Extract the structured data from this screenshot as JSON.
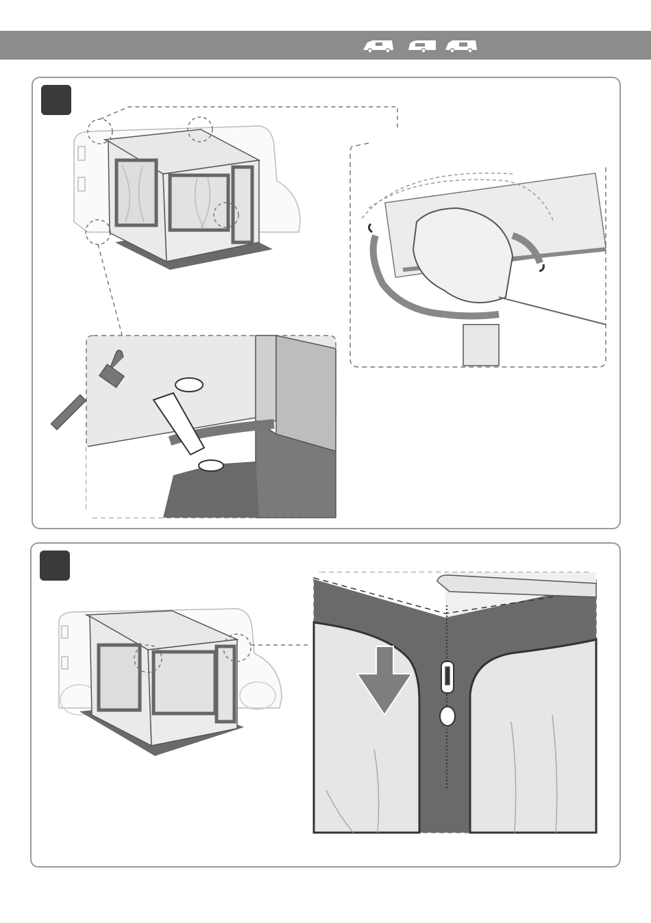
{
  "header": {
    "bar_color": "#8c8c8c",
    "vehicle_icons": [
      "motorhome-icon",
      "caravan-icon",
      "campervan-icon"
    ]
  },
  "steps": [
    {
      "illustrations": [
        "awning-mounted-on-motorhome",
        "awning-strap-detail",
        "ground-peg-hammer-detail"
      ],
      "tools": [
        "hammer-icon",
        "peg-icon"
      ]
    },
    {
      "illustrations": [
        "awning-mounted-on-motorhome",
        "corner-zipper-detail"
      ],
      "tools": [
        "zipper-icon",
        "down-arrow-icon"
      ]
    }
  ],
  "colors": {
    "dark": "#3a3a3a",
    "mid": "#6f6f6f",
    "light": "#e6e6e6",
    "arrow": "#808080"
  }
}
